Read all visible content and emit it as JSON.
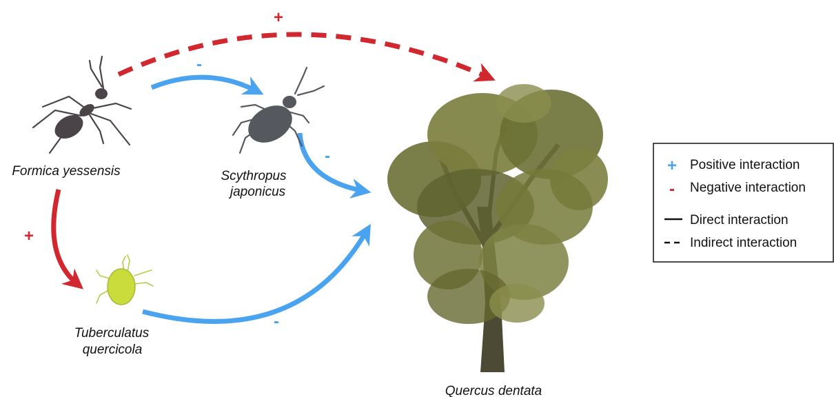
{
  "species": {
    "ant": "Formica yessensis",
    "weevil_line1": "Scythropus",
    "weevil_line2": "japonicus",
    "aphid_line1": "Tuberculatus",
    "aphid_line2": "quercicola",
    "tree": "Quercus dentata"
  },
  "interactions": [
    {
      "from": "Formica yessensis",
      "to": "Quercus dentata",
      "sign": "+",
      "type": "indirect",
      "color": "#d0282e"
    },
    {
      "from": "Formica yessensis",
      "to": "Scythropus japonicus",
      "sign": "-",
      "type": "direct",
      "color": "#4aa3ef"
    },
    {
      "from": "Scythropus japonicus",
      "to": "Quercus dentata",
      "sign": "-",
      "type": "direct",
      "color": "#4aa3ef"
    },
    {
      "from": "Formica yessensis",
      "to": "Tuberculatus quercicola",
      "sign": "+",
      "type": "direct",
      "color": "#d0282e"
    },
    {
      "from": "Tuberculatus quercicola",
      "to": "Quercus dentata",
      "sign": "-",
      "type": "direct",
      "color": "#4aa3ef"
    }
  ],
  "signs": {
    "ant_tree": "+",
    "ant_weevil": "-",
    "weevil_tree": "-",
    "ant_aphid": "+",
    "aphid_tree": "-"
  },
  "legend": {
    "positive_symbol": "+",
    "positive_label": "Positive interaction",
    "negative_symbol": "-",
    "negative_label": "Negative interaction",
    "direct_label": "Direct interaction",
    "indirect_label": "Indirect interaction"
  },
  "colors": {
    "positive": "#4aa3ef",
    "negative": "#d0282e",
    "ant": "#4a4448",
    "weevil": "#55595e",
    "aphid": "#c9dc3c",
    "foliage": "#6b7034",
    "trunk": "#4c4a35"
  }
}
